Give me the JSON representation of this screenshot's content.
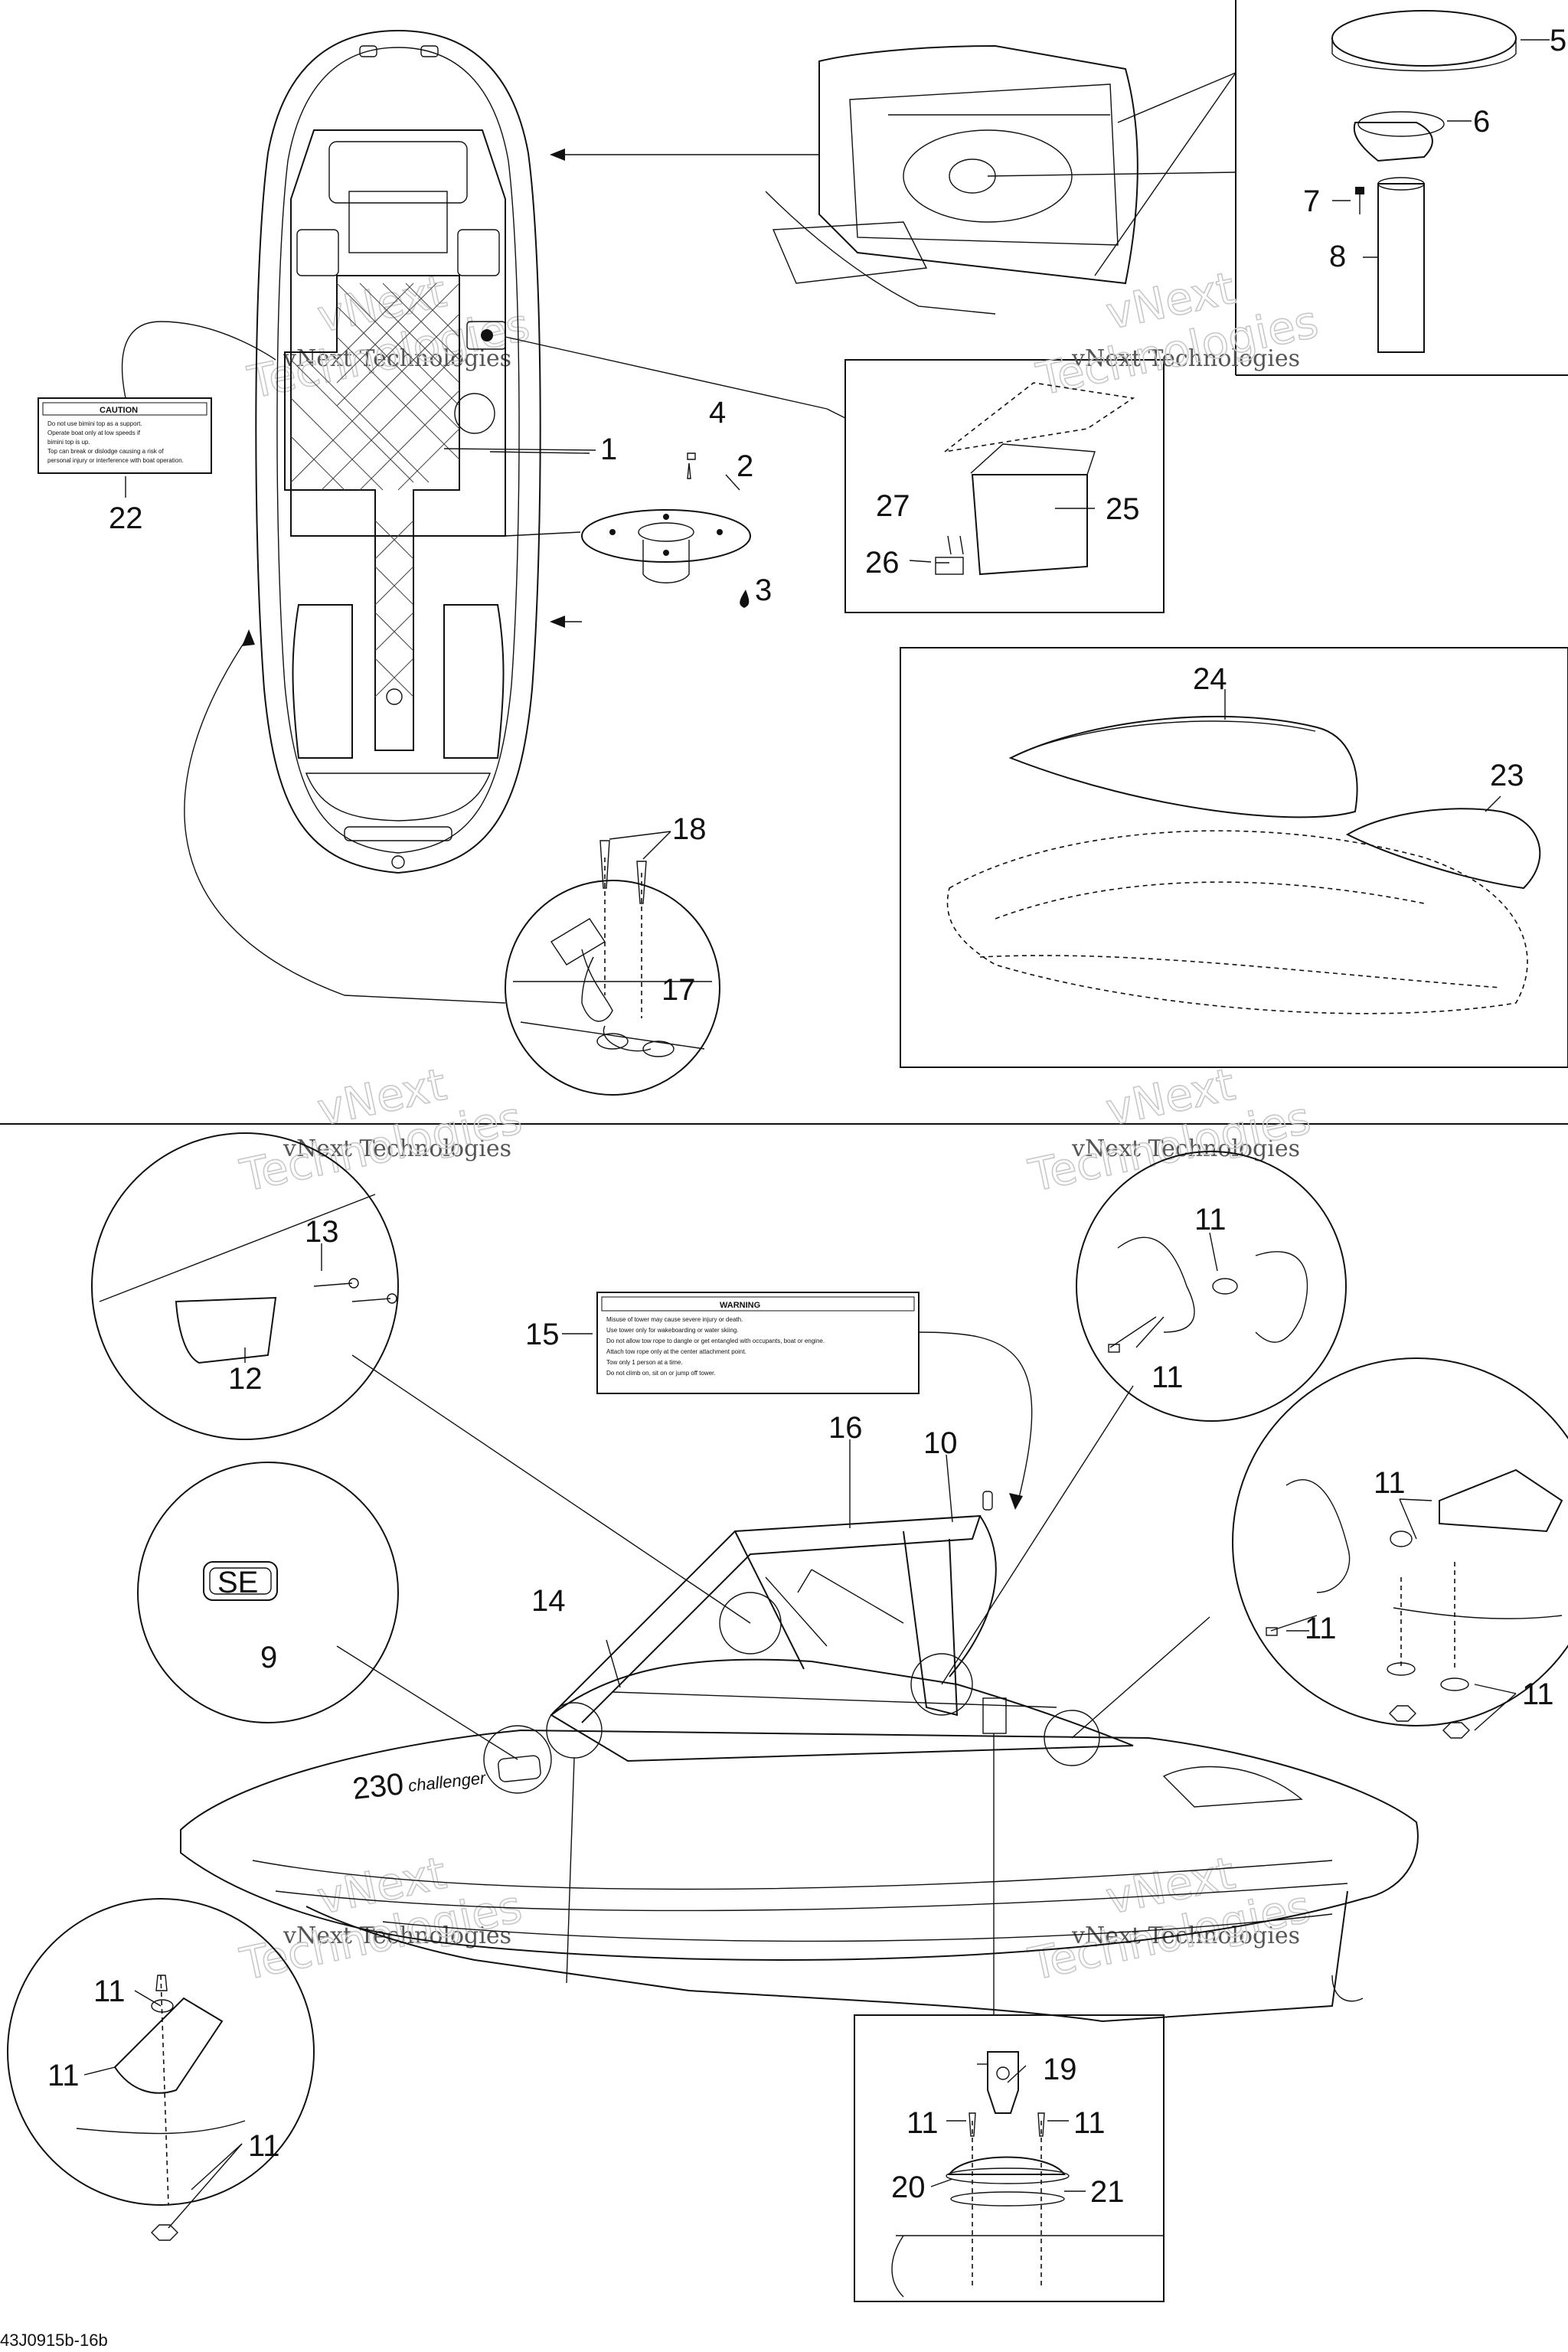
{
  "callouts": {
    "c1": "1",
    "c2": "2",
    "c3": "3",
    "c4": "4",
    "c5": "5",
    "c6": "6",
    "c7": "7",
    "c8": "8",
    "c9": "9",
    "c10": "10",
    "c12": "12",
    "c13": "13",
    "c14": "14",
    "c15": "15",
    "c16": "16",
    "c17": "17",
    "c18": "18",
    "c19": "19",
    "c20": "20",
    "c21": "21",
    "c22": "22",
    "c23": "23",
    "c24": "24",
    "c25": "25",
    "c26": "26",
    "c27": "27",
    "c11": "11"
  },
  "watermark": {
    "line1": "vNext Technologies",
    "line2": "vNext",
    "line3": "Technologies"
  },
  "caution_label": {
    "heading": "CAUTION",
    "lines": [
      "Do not use bimini top as a support.",
      "Operate boat only at low speeds if",
      "bimini top is up.",
      "Top can break or dislodge causing a risk of",
      "personal injury or interference with boat operation."
    ]
  },
  "warning_label": {
    "heading": "WARNING",
    "lines": [
      "Misuse of tower may cause severe injury or death.",
      "Use tower only for wakeboarding or water skiing.",
      "Do not allow tow rope to dangle or get entangled with occupants, boat or engine.",
      "Attach tow rope only at the center attachment point.",
      "Tow only 1 person at a time.",
      "Do not climb on, sit on or jump off tower."
    ]
  },
  "hull_text": {
    "model": "230",
    "sub": "challenger",
    "badge": "SE"
  },
  "reference_code": "43J0915b-16b"
}
